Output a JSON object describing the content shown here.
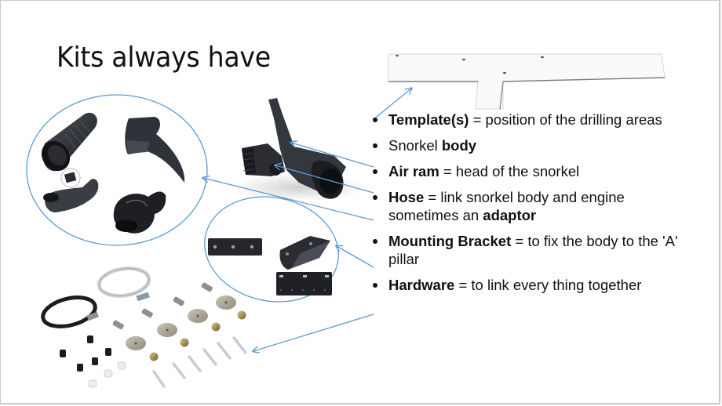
{
  "slide": {
    "title": "Kits always have",
    "bullets": [
      {
        "term": "Template(s)",
        "text": " = position of the drilling areas",
        "pre": ""
      },
      {
        "pre": "Snorkel ",
        "term": "body",
        "text": ""
      },
      {
        "term": "Air ram",
        "text": " = head of the snorkel",
        "pre": ""
      },
      {
        "term": "Hose",
        "text": " = link snorkel body and engine sometimes an ",
        "pre": "",
        "term2": "adaptor"
      },
      {
        "term": "Mounting Bracket",
        "text": " = to fix the body to the 'A' pillar",
        "pre": ""
      },
      {
        "term": "Hardware",
        "text": " = to link every thing together",
        "pre": ""
      }
    ],
    "images": [
      "template-photo",
      "snorkel-body-photo",
      "hoses-and-adaptors-photo",
      "mounting-brackets-photo",
      "hardware-kit-photo"
    ],
    "colors": {
      "connector": "#5b9bd5",
      "text": "#111111",
      "part_dark": "#2b2d33"
    }
  }
}
